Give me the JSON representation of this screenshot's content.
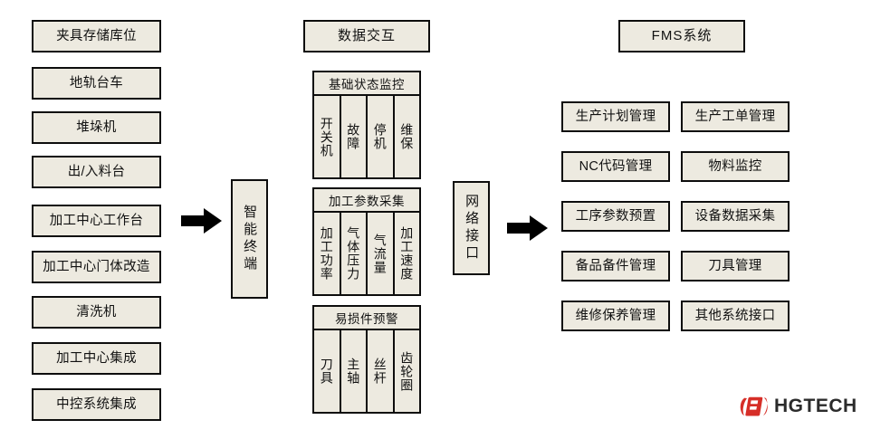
{
  "theme": {
    "box_fill": "#EDEAE0",
    "box_border": "#0d0d0d",
    "arrow_color": "#000000",
    "logo_red": "#D62E27",
    "logo_text_color": "#2b2b2b",
    "background": "#ffffff"
  },
  "equipment_column": {
    "items": [
      {
        "label": "夹具存储库位"
      },
      {
        "label": "地轨台车"
      },
      {
        "label": "堆垛机"
      },
      {
        "label": "出/入料台"
      },
      {
        "label": "加工中心工作台"
      },
      {
        "label": "加工中心门体改造"
      },
      {
        "label": "清洗机"
      },
      {
        "label": "加工中心集成"
      },
      {
        "label": "中控系统集成"
      }
    ]
  },
  "smart_terminal": {
    "label": "智能终端"
  },
  "network_interface": {
    "label": "网络接口"
  },
  "data_interaction": {
    "title": "数据交互",
    "groups": [
      {
        "header": "基础状态监控",
        "cells": [
          "开关机",
          "故障",
          "停机",
          "维保"
        ]
      },
      {
        "header": "加工参数采集",
        "cells": [
          "加工功率",
          "气体压力",
          "气流量",
          "加工速度"
        ]
      },
      {
        "header": "易损件预警",
        "cells": [
          "刀具",
          "主轴",
          "丝杆",
          "齿轮圈"
        ]
      }
    ]
  },
  "fms_system": {
    "title": "FMS系统",
    "modules": [
      {
        "label": "生产计划管理"
      },
      {
        "label": "生产工单管理"
      },
      {
        "label": "NC代码管理"
      },
      {
        "label": "物料监控"
      },
      {
        "label": "工序参数预置"
      },
      {
        "label": "设备数据采集"
      },
      {
        "label": "备品备件管理"
      },
      {
        "label": "刀具管理"
      },
      {
        "label": "维修保养管理"
      },
      {
        "label": "其他系统接口"
      }
    ]
  },
  "arrows": [
    {
      "name": "arrow-equipment-to-terminal"
    },
    {
      "name": "arrow-network-to-fms"
    }
  ],
  "logo": {
    "mark": "hgtech-logo-mark",
    "text": "HGTECH"
  }
}
